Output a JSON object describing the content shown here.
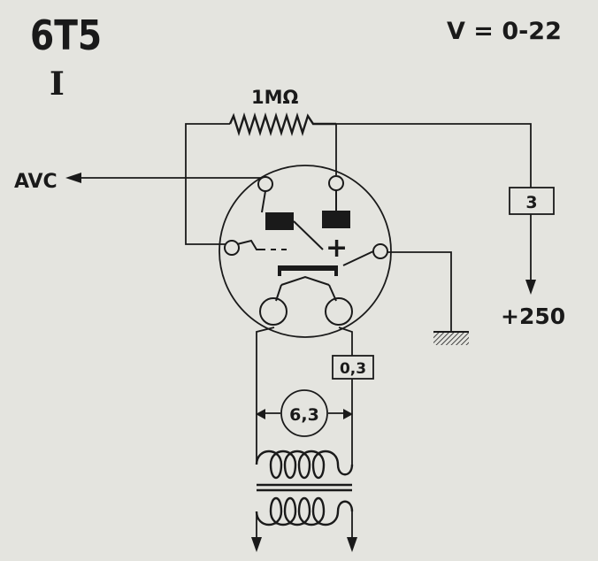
{
  "tube": {
    "type": "6T5",
    "roman": "I"
  },
  "voltage_range": "V = 0-22",
  "resistor_label": "1MΩ",
  "avc_label": "AVC",
  "box_3": "3",
  "supply_label": "+250",
  "box_heater_current": "0,3",
  "heater_voltage": "6,3",
  "plus_sign": "+",
  "colors": {
    "ink": "#1a1a1a",
    "paper": "#e4e4df"
  }
}
